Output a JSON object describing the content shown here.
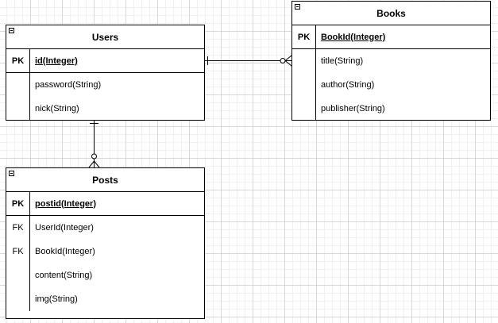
{
  "entities": {
    "users": {
      "title": "Users",
      "pk": {
        "key": "PK",
        "field": "id(Integer)"
      },
      "fields": [
        {
          "key": "",
          "field": "password(String)"
        },
        {
          "key": "",
          "field": "nick(String)"
        }
      ]
    },
    "books": {
      "title": "Books",
      "pk": {
        "key": "PK",
        "field": "BookId(Integer)"
      },
      "fields": [
        {
          "key": "",
          "field": "title(String)"
        },
        {
          "key": "",
          "field": "author(String)"
        },
        {
          "key": "",
          "field": "publisher(String)"
        }
      ]
    },
    "posts": {
      "title": "Posts",
      "pk": {
        "key": "PK",
        "field": "postid(Integer)"
      },
      "fields": [
        {
          "key": "FK",
          "field": "UserId(Integer)"
        },
        {
          "key": "FK",
          "field": "BookId(Integer)"
        },
        {
          "key": "",
          "field": "content(String)"
        },
        {
          "key": "",
          "field": "img(String)"
        }
      ]
    }
  },
  "relationships": [
    {
      "from": "Users",
      "to": "Books",
      "from_cardinality": "one",
      "to_cardinality": "zero-or-many"
    },
    {
      "from": "Users",
      "to": "Posts",
      "from_cardinality": "one",
      "to_cardinality": "zero-or-many"
    }
  ]
}
